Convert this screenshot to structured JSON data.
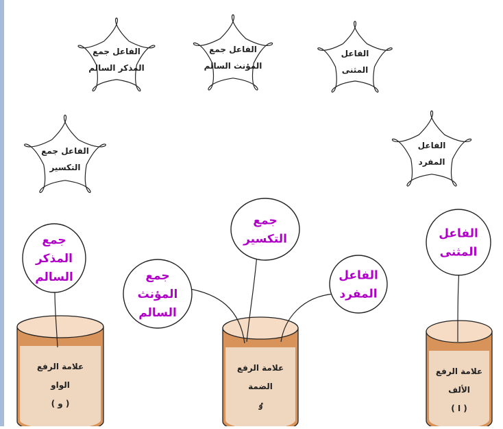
{
  "colors": {
    "balloon_text": "#b000c8",
    "pot_top": "#f6dcc4",
    "pot_body": "#d8935a",
    "outline": "#222222",
    "left_bar": "#a6bcd8"
  },
  "flowers": [
    {
      "id": "flower-jam-mudhakkar",
      "lines": [
        "الفاعل جمع",
        "المذكر السالم"
      ]
    },
    {
      "id": "flower-jam-muannath",
      "lines": [
        "الفاعل جمع",
        "المؤنث السالم"
      ]
    },
    {
      "id": "flower-muthanna",
      "lines": [
        "الفاعل",
        "المثنى"
      ]
    },
    {
      "id": "flower-jam-taksir",
      "lines": [
        "الفاعل جمع",
        "التكسير"
      ]
    },
    {
      "id": "flower-mufrad",
      "lines": [
        "الفاعل",
        "المفرد"
      ]
    }
  ],
  "balloons": [
    {
      "id": "balloon-mudhakkar",
      "lines": [
        "جمع",
        "المذكر",
        "السالم"
      ]
    },
    {
      "id": "balloon-muannath",
      "lines": [
        "جمع",
        "المؤنث",
        "السالم"
      ]
    },
    {
      "id": "balloon-taksir",
      "lines": [
        "جمع",
        "التكسير"
      ]
    },
    {
      "id": "balloon-mufrad",
      "lines": [
        "الفاعل",
        "المفرد"
      ]
    },
    {
      "id": "balloon-muthanna",
      "lines": [
        "الفاعل",
        "المثنى"
      ]
    }
  ],
  "pots": [
    {
      "id": "pot-waw",
      "lines": [
        "علامة الرفع",
        "الواو",
        "( و )"
      ]
    },
    {
      "id": "pot-damma",
      "lines": [
        "علامة الرفع",
        "الضمة",
        "ٶ"
      ]
    },
    {
      "id": "pot-alif",
      "lines": [
        "علامة الرفع",
        "الألف",
        "( ا )"
      ]
    }
  ]
}
